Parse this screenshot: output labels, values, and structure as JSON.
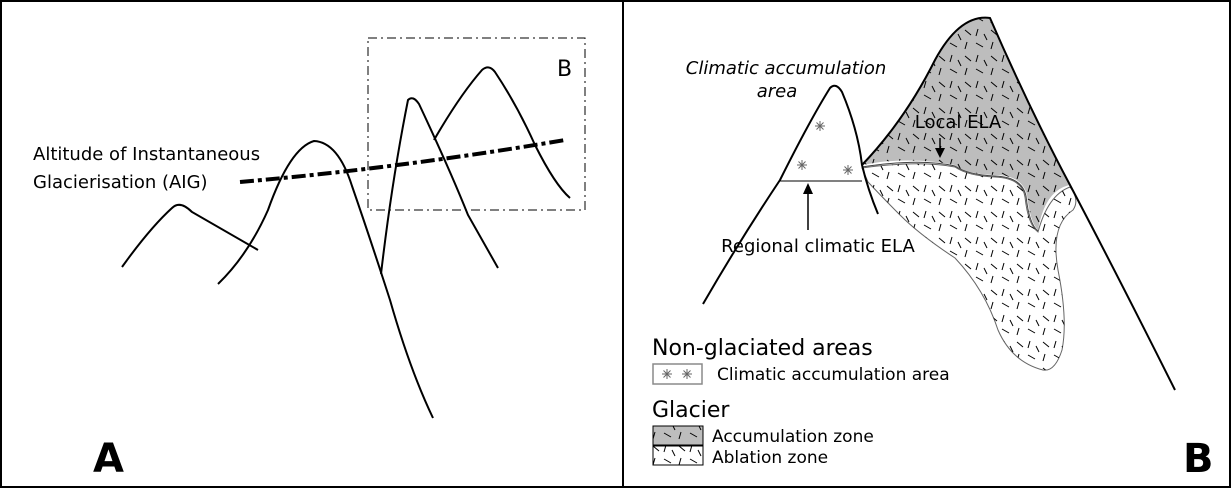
{
  "panel_a": {
    "label": "A",
    "inset_label": "B",
    "aig_line1": "Altitude of Instantaneous",
    "aig_line2": "Glacierisation (AIG)"
  },
  "panel_b": {
    "label": "B",
    "climatic_area_line1": "Climatic accumulation",
    "climatic_area_line2": "area",
    "local_ela": "Local ELA",
    "regional_ela": "Regional climatic ELA",
    "legend": {
      "non_glaciated_title": "Non-glaciated areas",
      "climatic_item": "Climatic accumulation area",
      "glacier_title": "Glacier",
      "accumulation_item": "Accumulation zone",
      "ablation_item": "Ablation zone"
    }
  },
  "colors": {
    "line": "#000000",
    "accumulation_fill": "#bdbdbd",
    "ablation_fill": "#ffffff",
    "legend_box_stroke": "#8a8a8a"
  }
}
